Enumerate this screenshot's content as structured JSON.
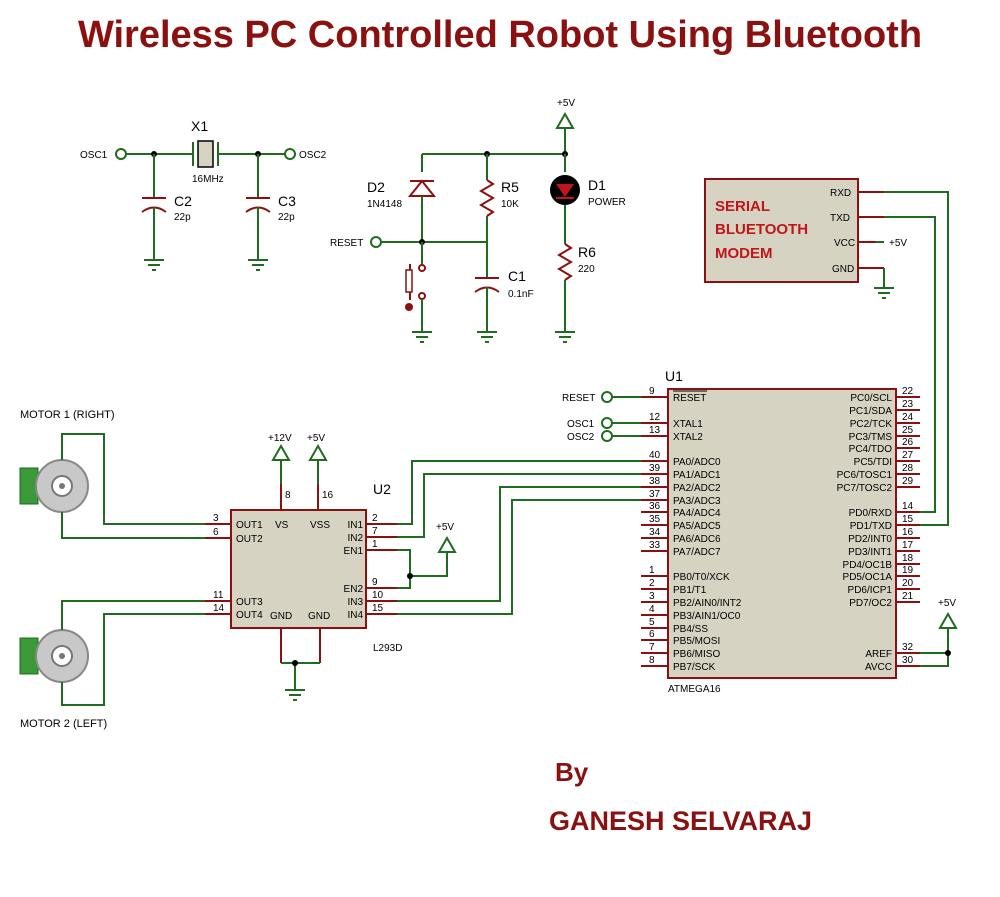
{
  "title": "Wireless PC Controlled Robot Using Bluetooth",
  "author": {
    "by": "By",
    "name": "GANESH SELVARAJ"
  },
  "colors": {
    "title": "#8b1010",
    "wire": "#1f6b1f",
    "pin": "#8b1010",
    "ic_fill": "#d6d3c2",
    "bt_text": "#c0151a"
  },
  "crystal": {
    "ref": "X1",
    "value": "16MHz",
    "osc1": "OSC1",
    "osc2": "OSC2",
    "c2_ref": "C2",
    "c2_val": "22p",
    "c3_ref": "C3",
    "c3_val": "22p"
  },
  "reset": {
    "d2_ref": "D2",
    "d2_val": "1N4148",
    "r5_ref": "R5",
    "r5_val": "10K",
    "c1_ref": "C1",
    "c1_val": "0.1nF",
    "reset_label": "RESET"
  },
  "power": {
    "vcc": "+5V",
    "d1_ref": "D1",
    "d1_val": "POWER",
    "r6_ref": "R6",
    "r6_val": "220"
  },
  "bluetooth": {
    "lines": [
      "SERIAL",
      "BLUETOOTH",
      "MODEM"
    ],
    "pins": [
      "RXD",
      "TXD",
      "VCC",
      "GND"
    ],
    "vcc_label": "+5V"
  },
  "motors": {
    "m1": "MOTOR 1 (RIGHT)",
    "m2": "MOTOR 2 (LEFT)"
  },
  "driver": {
    "ref": "U2",
    "part": "L293D",
    "vs_supply": "+12V",
    "vss_supply": "+5V",
    "en_supply": "+5V",
    "vs_pin": "8",
    "vss_pin": "16",
    "vs": "VS",
    "vss": "VSS",
    "left_pins": [
      {
        "num": "3",
        "name": "OUT1"
      },
      {
        "num": "6",
        "name": "OUT2"
      },
      {
        "num": "11",
        "name": "OUT3"
      },
      {
        "num": "14",
        "name": "OUT4"
      }
    ],
    "right_pins": [
      {
        "num": "2",
        "name": "IN1"
      },
      {
        "num": "7",
        "name": "IN2"
      },
      {
        "num": "1",
        "name": "EN1"
      },
      {
        "num": "9",
        "name": "EN2"
      },
      {
        "num": "10",
        "name": "IN3"
      },
      {
        "num": "15",
        "name": "IN4"
      }
    ],
    "gnd_left": "GND",
    "gnd_right": "GND"
  },
  "mcu": {
    "ref": "U1",
    "part": "ATMEGA16",
    "net_labels": [
      "RESET",
      "OSC1",
      "OSC2"
    ],
    "aref_supply": "+5V",
    "left_pins": [
      {
        "num": "9",
        "name": "RESET"
      },
      {
        "num": "12",
        "name": "XTAL1"
      },
      {
        "num": "13",
        "name": "XTAL2"
      },
      {
        "num": "40",
        "name": "PA0/ADC0"
      },
      {
        "num": "39",
        "name": "PA1/ADC1"
      },
      {
        "num": "38",
        "name": "PA2/ADC2"
      },
      {
        "num": "37",
        "name": "PA3/ADC3"
      },
      {
        "num": "36",
        "name": "PA4/ADC4"
      },
      {
        "num": "35",
        "name": "PA5/ADC5"
      },
      {
        "num": "34",
        "name": "PA6/ADC6"
      },
      {
        "num": "33",
        "name": "PA7/ADC7"
      },
      {
        "num": "1",
        "name": "PB0/T0/XCK"
      },
      {
        "num": "2",
        "name": "PB1/T1"
      },
      {
        "num": "3",
        "name": "PB2/AIN0/INT2"
      },
      {
        "num": "4",
        "name": "PB3/AIN1/OC0"
      },
      {
        "num": "5",
        "name": "PB4/SS"
      },
      {
        "num": "6",
        "name": "PB5/MOSI"
      },
      {
        "num": "7",
        "name": "PB6/MISO"
      },
      {
        "num": "8",
        "name": "PB7/SCK"
      }
    ],
    "right_pins": [
      {
        "num": "22",
        "name": "PC0/SCL"
      },
      {
        "num": "23",
        "name": "PC1/SDA"
      },
      {
        "num": "24",
        "name": "PC2/TCK"
      },
      {
        "num": "25",
        "name": "PC3/TMS"
      },
      {
        "num": "26",
        "name": "PC4/TDO"
      },
      {
        "num": "27",
        "name": "PC5/TDI"
      },
      {
        "num": "28",
        "name": "PC6/TOSC1"
      },
      {
        "num": "29",
        "name": "PC7/TOSC2"
      },
      {
        "num": "14",
        "name": "PD0/RXD"
      },
      {
        "num": "15",
        "name": "PD1/TXD"
      },
      {
        "num": "16",
        "name": "PD2/INT0"
      },
      {
        "num": "17",
        "name": "PD3/INT1"
      },
      {
        "num": "18",
        "name": "PD4/OC1B"
      },
      {
        "num": "19",
        "name": "PD5/OC1A"
      },
      {
        "num": "20",
        "name": "PD6/ICP1"
      },
      {
        "num": "21",
        "name": "PD7/OC2"
      },
      {
        "num": "32",
        "name": "AREF"
      },
      {
        "num": "30",
        "name": "AVCC"
      }
    ]
  }
}
